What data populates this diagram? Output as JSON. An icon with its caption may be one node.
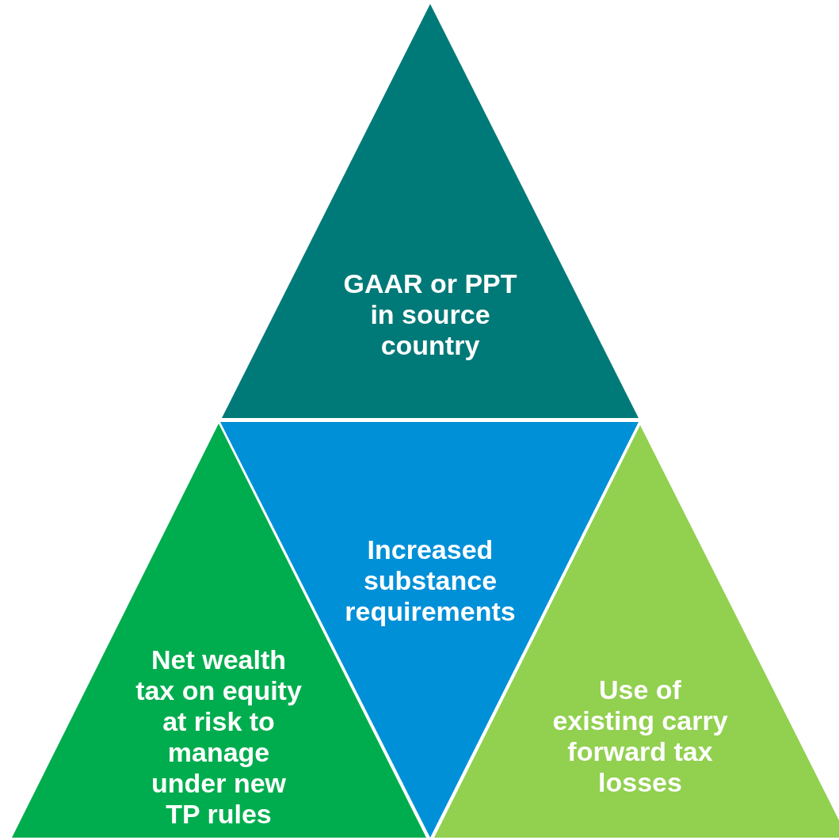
{
  "diagram": {
    "nodes": [
      {
        "text": [
          "GAAR or PPT in source country"
        ]
      },
      {
        "text": [
          "Increased substance requirements"
        ]
      },
      {
        "text": [
          "Net wealth tax on equity at risk to manage under new TP rules"
        ]
      },
      {
        "text": [
          "Use of existing carry forward tax losses"
        ]
      }
    ]
  }
}
